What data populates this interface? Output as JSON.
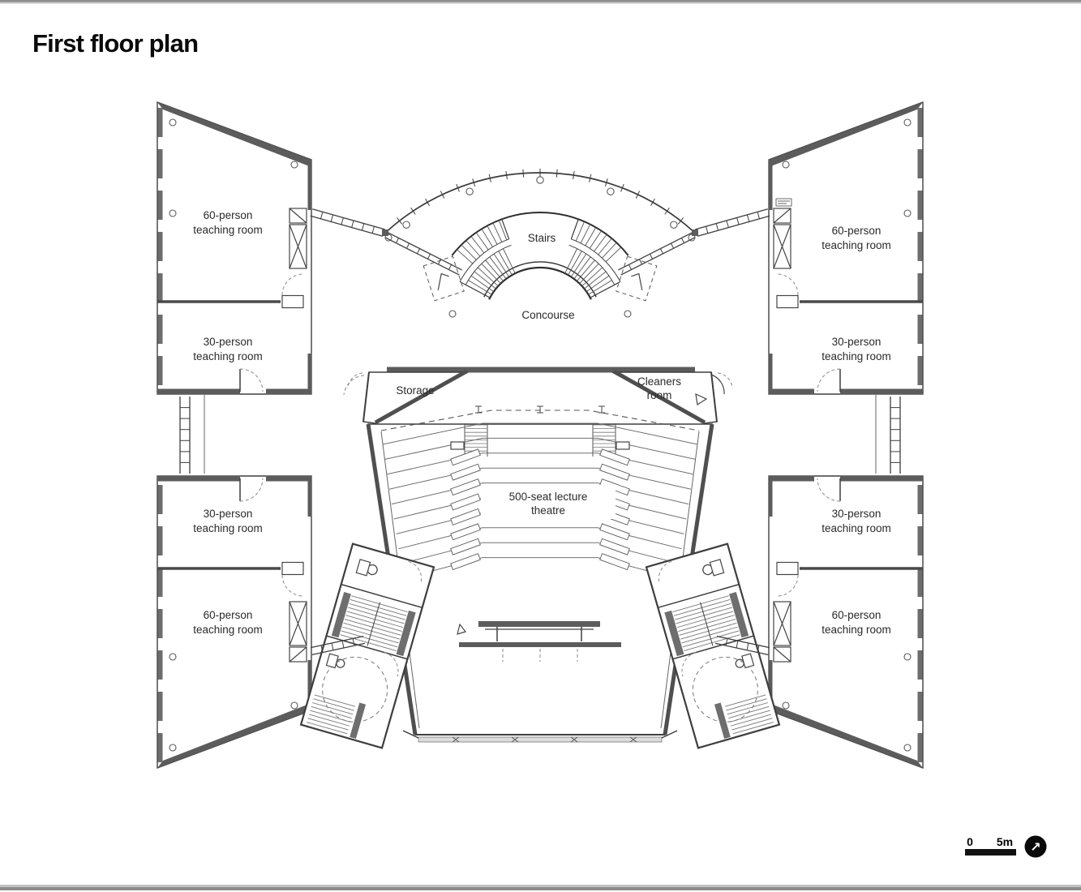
{
  "page": {
    "title": "First floor plan"
  },
  "rooms": {
    "top_left": {
      "upper": {
        "line1": "60-person",
        "line2": "teaching room"
      },
      "lower": {
        "line1": "30-person",
        "line2": "teaching room"
      }
    },
    "top_right": {
      "upper": {
        "line1": "60-person",
        "line2": "teaching room"
      },
      "lower": {
        "line1": "30-person",
        "line2": "teaching room"
      }
    },
    "bottom_left": {
      "upper": {
        "line1": "30-person",
        "line2": "teaching room"
      },
      "lower": {
        "line1": "60-person",
        "line2": "teaching room"
      }
    },
    "bottom_right": {
      "upper": {
        "line1": "30-person",
        "line2": "teaching room"
      },
      "lower": {
        "line1": "60-person",
        "line2": "teaching room"
      }
    }
  },
  "labels": {
    "stairs": "Stairs",
    "concourse": "Concourse",
    "storage": "Storage",
    "cleaners": {
      "line1": "Cleaners",
      "line2": "room"
    },
    "lecture_theatre": {
      "line1": "500-seat lecture",
      "line2": "theatre"
    }
  },
  "scale_bar": {
    "start": "0",
    "end": "5m"
  },
  "icons": {
    "north_arrow": "↗"
  },
  "colors": {
    "wall": "#5c5c5c",
    "line": "#3e3e3e",
    "text": "#2b2b2b",
    "scale_bar": "#111111"
  }
}
